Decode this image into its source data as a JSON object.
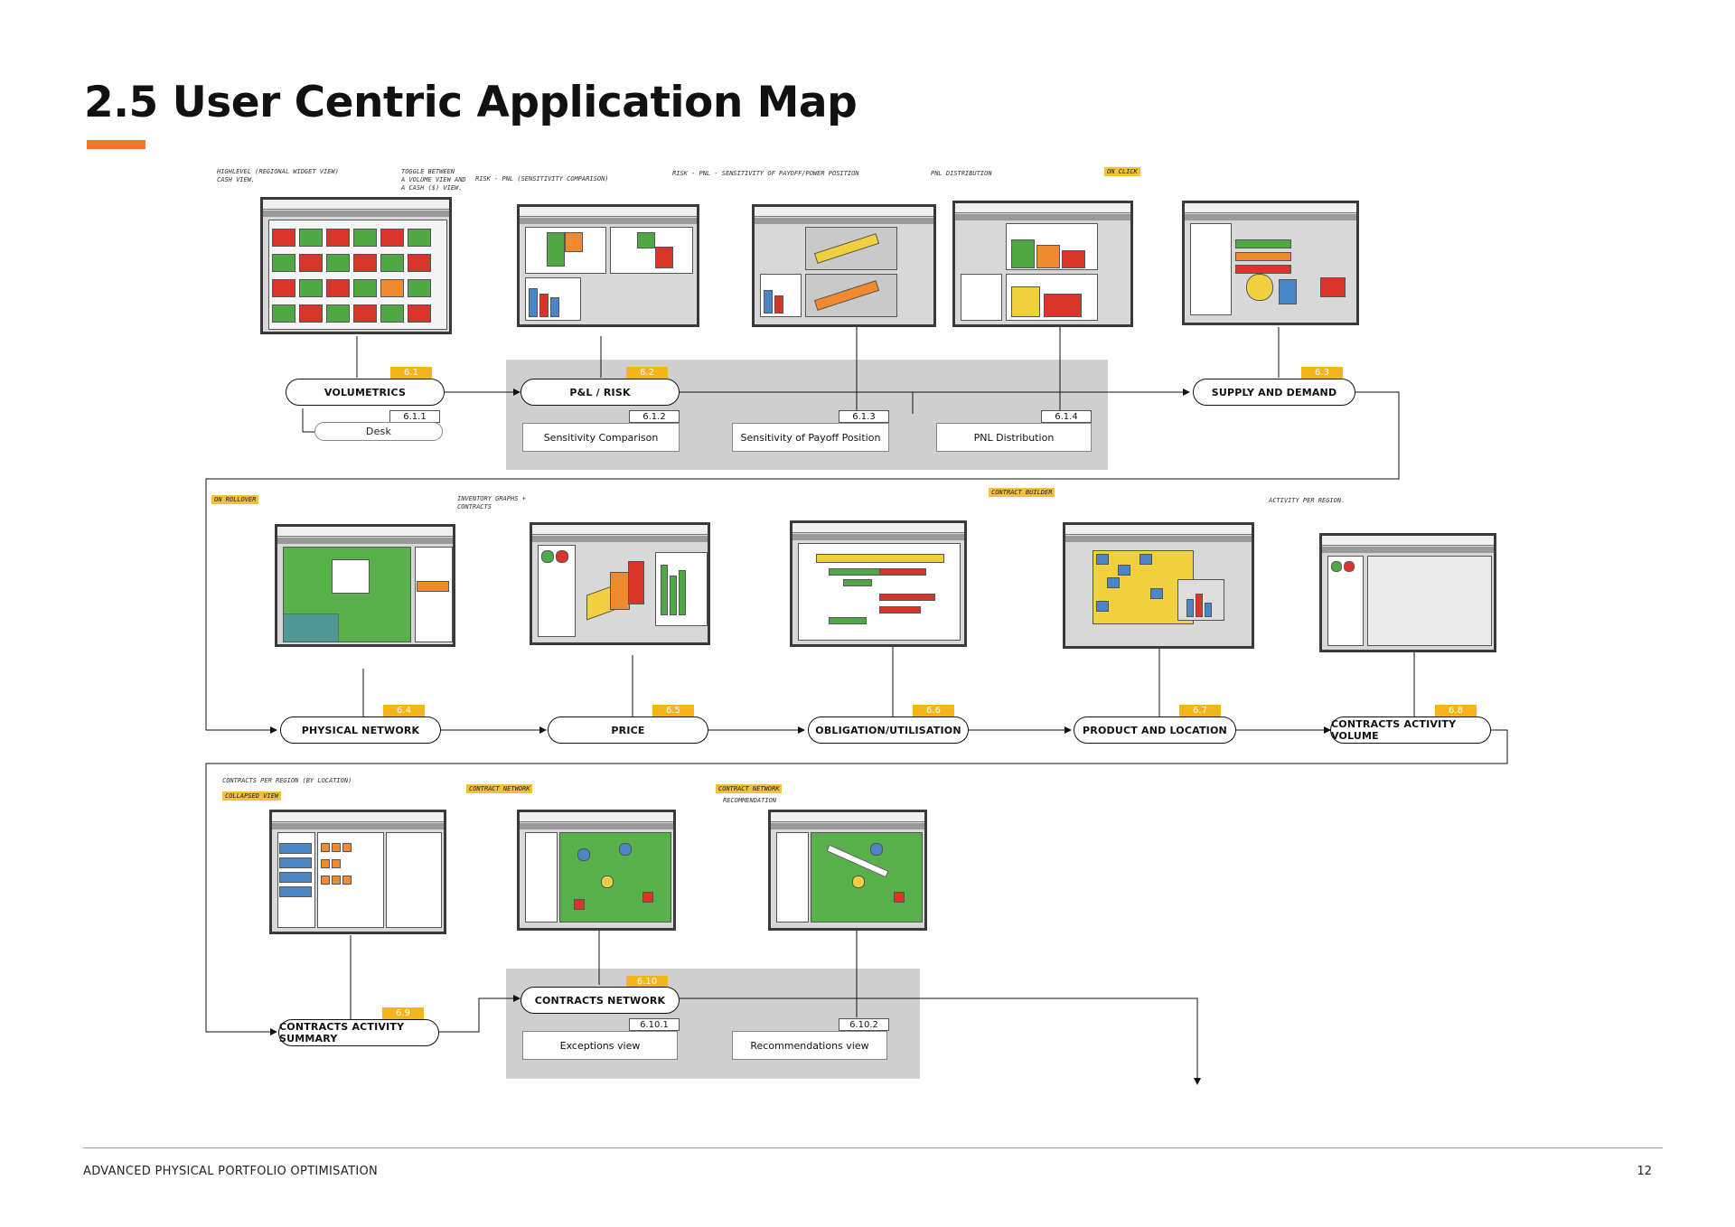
{
  "header": {
    "title": "2.5 User Centric Application Map"
  },
  "footer": {
    "doc_title": "ADVANCED PHYSICAL PORTFOLIO OPTIMISATION",
    "page_number": "12"
  },
  "colors": {
    "accent": "#ef7b2a",
    "tag": "#f5b41a",
    "panel": "#cfcfcf"
  },
  "nodes": {
    "volumetrics": {
      "tag": "6.1",
      "label": "VOLUMETRICS"
    },
    "desk": {
      "num": "6.1.1",
      "label": "Desk"
    },
    "pl_risk": {
      "tag": "6.2",
      "label": "P&L / RISK"
    },
    "sensitivity_comparison": {
      "num": "6.1.2",
      "label": "Sensitivity Comparison"
    },
    "sensitivity_payoff": {
      "num": "6.1.3",
      "label": "Sensitivity of Payoff Position"
    },
    "pnl_distribution": {
      "num": "6.1.4",
      "label": "PNL Distribution"
    },
    "supply_demand": {
      "tag": "6.3",
      "label": "SUPPLY AND DEMAND"
    },
    "physical_network": {
      "tag": "6.4",
      "label": "PHYSICAL NETWORK"
    },
    "price": {
      "tag": "6.5",
      "label": "PRICE"
    },
    "obligation": {
      "tag": "6.6",
      "label": "OBLIGATION/UTILISATION"
    },
    "product_location": {
      "tag": "6.7",
      "label": "PRODUCT AND LOCATION"
    },
    "contracts_activity_volume": {
      "tag": "6.8",
      "label": "CONTRACTS ACTIVITY VOLUME"
    },
    "contracts_activity_summary": {
      "tag": "6.9",
      "label": "CONTRACTS ACTIVITY SUMMARY"
    },
    "contracts_network": {
      "tag": "6.10",
      "label": "CONTRACTS NETWORK"
    },
    "exceptions_view": {
      "num": "6.10.1",
      "label": "Exceptions view"
    },
    "recommendations_view": {
      "num": "6.10.2",
      "label": "Recommendations view"
    }
  },
  "sketch_notes": {
    "n1": "HIGHLEVEL (REGIONAL WIDGET VIEW)\nCASH VIEW.",
    "n2": "TOGGLE BETWEEN\nA VOLUME VIEW AND\nA CASH ($) VIEW.",
    "n3": "RISK - PNL (SENSITIVITY COMPARISON)",
    "n4": "RISK - PNL - SENSITIVITY OF PAYOFF/POWER POSITION",
    "n5": "PNL DISTRIBUTION",
    "n6": "ON CLICK",
    "n7": "ON ROLLOVER",
    "n8": "INVENTORY GRAPHS +\nCONTRACTS",
    "n9": "CONTRACT BUILDER",
    "n10": "ACTIVITY PER REGION.",
    "n11": "CONTRACTS PER REGION (BY LOCATION)",
    "n12": "COLLAPSED VIEW",
    "n13": "CONTRACT NETWORK",
    "n14": "CONTRACT NETWORK",
    "n15": "RECOMMENDATION"
  }
}
